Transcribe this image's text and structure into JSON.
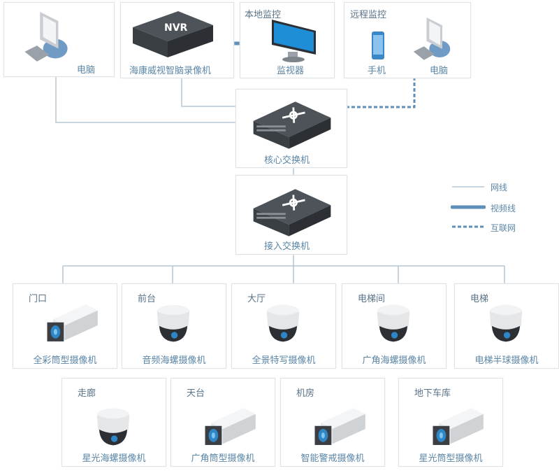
{
  "top": {
    "pc": {
      "label": "电脑"
    },
    "nvr": {
      "label": "海康威视智脑录像机",
      "badge": "NVR"
    },
    "local": {
      "title": "本地监控",
      "label": "监视器"
    },
    "remote": {
      "title": "远程监控",
      "phone": "手机",
      "pc": "电脑"
    }
  },
  "core_switch": {
    "label": "核心交换机"
  },
  "access_switch": {
    "label": "接入交换机"
  },
  "legend": [
    {
      "label": "网线",
      "style": "thin"
    },
    {
      "label": "视频线",
      "style": "thick"
    },
    {
      "label": "互联网",
      "style": "dotted"
    }
  ],
  "colors": {
    "line": "#8ea8bb",
    "video": "#5d8fb8",
    "text": "#5b86a6"
  },
  "cameras": [
    {
      "location": "门口",
      "label": "全彩筒型摄像机",
      "type": "bullet"
    },
    {
      "location": "前台",
      "label": "音频海螺摄像机",
      "type": "dome"
    },
    {
      "location": "大厅",
      "label": "全景特写摄像机",
      "type": "dome"
    },
    {
      "location": "电梯间",
      "label": "广角海螺摄像机",
      "type": "dome"
    },
    {
      "location": "电梯",
      "label": "电梯半球摄像机",
      "type": "dome"
    },
    {
      "location": "走廊",
      "label": "星光海螺摄像机",
      "type": "dome"
    },
    {
      "location": "天台",
      "label": "广角筒型摄像机",
      "type": "bullet"
    },
    {
      "location": "机房",
      "label": "智能警戒摄像机",
      "type": "bullet"
    },
    {
      "location": "地下车库",
      "label": "星光筒型摄像机",
      "type": "bullet"
    }
  ]
}
